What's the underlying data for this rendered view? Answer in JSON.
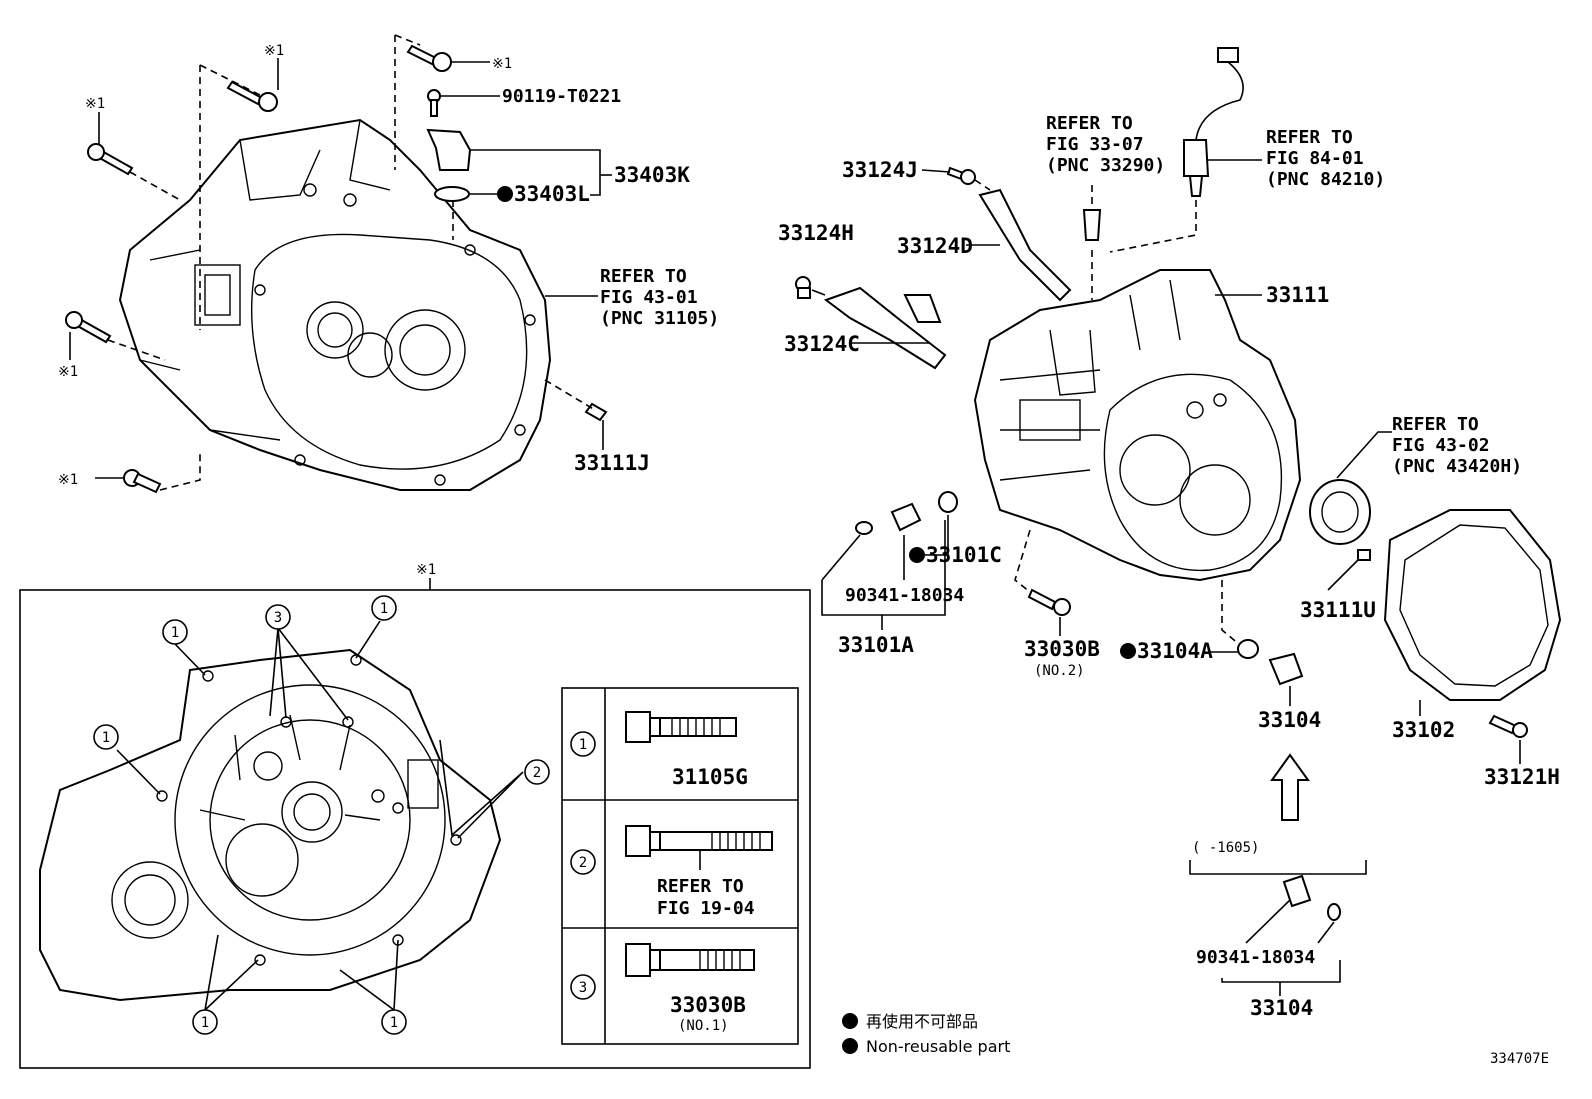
{
  "callouts": {
    "p90119": "90119-T0221",
    "p33403K": "33403K",
    "p33403L": "33403L",
    "p33111J": "33111J",
    "p33124J": "33124J",
    "p33124H": "33124H",
    "p33124D": "33124D",
    "p33124C": "33124C",
    "p33111": "33111",
    "p33101C": "33101C",
    "p90341a": "90341-18034",
    "p33101A": "33101A",
    "p33030B": "33030B",
    "no2": "(NO.2)",
    "p33104A": "33104A",
    "p33104": "33104",
    "p33111U": "33111U",
    "p33102": "33102",
    "p33121H": "33121H",
    "p90341b": "90341-18034",
    "p33104b": "33104",
    "range": "(      -1605)",
    "mark": "※1"
  },
  "refs": {
    "r1": [
      "REFER TO",
      "FIG 43-01",
      "(PNC 31105)"
    ],
    "r2": [
      "REFER TO",
      "FIG 33-07",
      "(PNC 33290)"
    ],
    "r3": [
      "REFER TO",
      "FIG 84-01",
      "(PNC 84210)"
    ],
    "r4": [
      "REFER TO",
      "FIG 43-02",
      "(PNC 43420H)"
    ]
  },
  "detail": {
    "mark": "※1",
    "rows": [
      {
        "num": "1",
        "label": "31105G"
      },
      {
        "num": "2",
        "label": "REFER TO",
        "label2": "FIG 19-04"
      },
      {
        "num": "3",
        "label": "33030B",
        "sub": "(NO.1)"
      }
    ]
  },
  "legend": {
    "jp": "再使用不可部品",
    "en": "Non-reusable part"
  },
  "figure_id": "334707E"
}
